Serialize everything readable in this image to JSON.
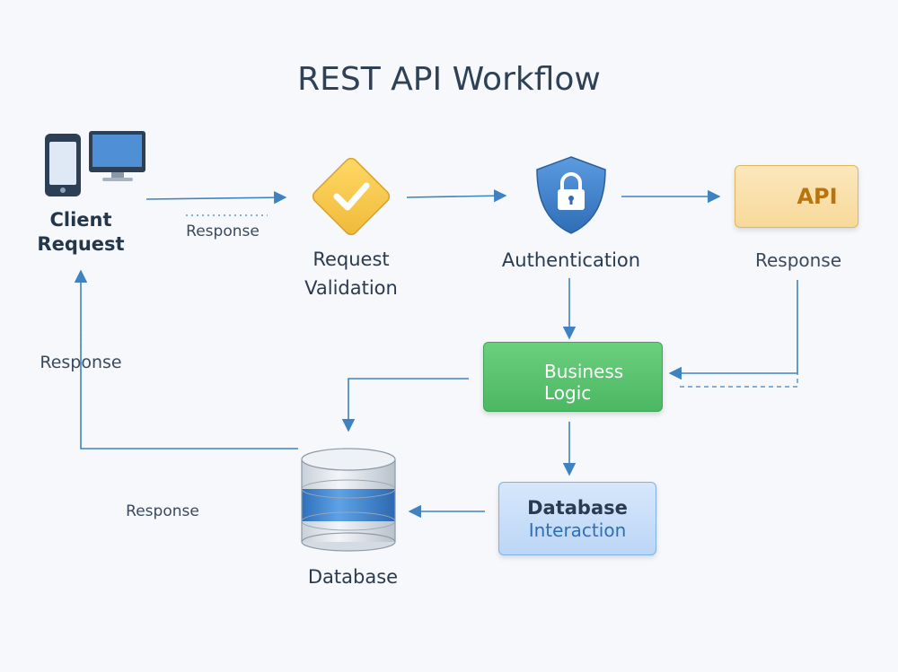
{
  "title": "REST API Workflow",
  "nodes": {
    "client": {
      "label_line1": "Client",
      "label_line2": "Request"
    },
    "validation": {
      "label_line1": "Request",
      "label_line2": "Validation"
    },
    "authentication": {
      "label": "Authentication"
    },
    "api": {
      "label": "API",
      "sublabel": "Response"
    },
    "business": {
      "label_line1": "Business",
      "label_line2": "Logic"
    },
    "db_interaction": {
      "label_line1": "Database",
      "label_line2": "Interaction"
    },
    "database": {
      "label": "Database"
    }
  },
  "edge_labels": {
    "top_response": "Response",
    "left_response": "Response",
    "bottom_response": "Response"
  },
  "colors": {
    "arrow": "#3f82c2",
    "title": "#2f4156",
    "validation_fill": "#f6c84a",
    "auth_fill": "#3d83cc",
    "api_fill": "#f9e2ad",
    "business_fill": "#57bf6d",
    "db_interaction_fill": "#cfe3fa",
    "database_band": "#3f86cf"
  },
  "icons": [
    "phone-icon",
    "monitor-icon",
    "checkmark-diamond-icon",
    "shield-lock-icon",
    "gear-icon",
    "database-cylinder-icon"
  ]
}
